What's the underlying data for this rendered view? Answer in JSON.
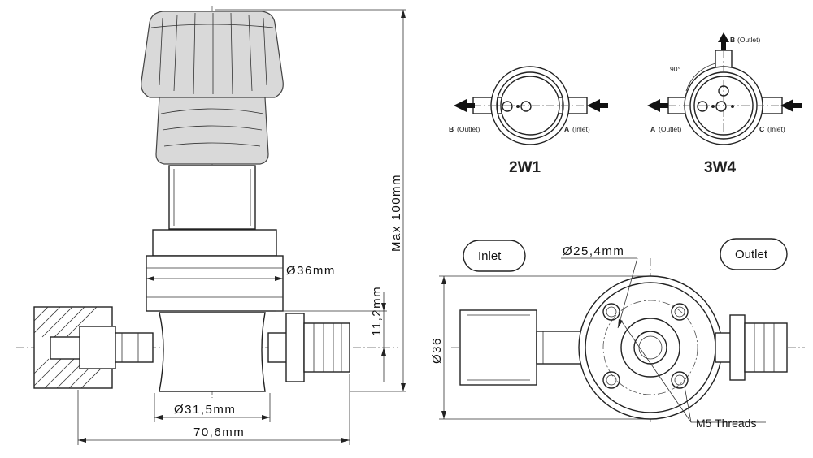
{
  "dimensions": {
    "max_height": "Max 100mm",
    "diameter_36_side": "Ø36mm",
    "offset_height": "11,2mm",
    "diameter_31_5": "Ø31,5mm",
    "length_70_6": "70,6mm",
    "diameter_25_4": "Ø25,4mm",
    "diameter_36_front": "Ø36",
    "threads": "M5 Threads"
  },
  "ports": {
    "inlet_label": "Inlet",
    "outlet_label": "Outlet"
  },
  "schematic_2w1": {
    "title": "2W1",
    "port_b": "B",
    "port_b_note": "(Outlet)",
    "port_a": "A",
    "port_a_note": "(Inlet)"
  },
  "schematic_3w4": {
    "title": "3W4",
    "port_b": "B",
    "port_b_note": "(Outlet)",
    "port_a": "A",
    "port_a_note": "(Outlet)",
    "port_c": "C",
    "port_c_note": "(Inlet)",
    "angle": "90°"
  },
  "colors": {
    "line": "#222222",
    "knob_fill": "#d9d9d9",
    "background": "#ffffff"
  }
}
